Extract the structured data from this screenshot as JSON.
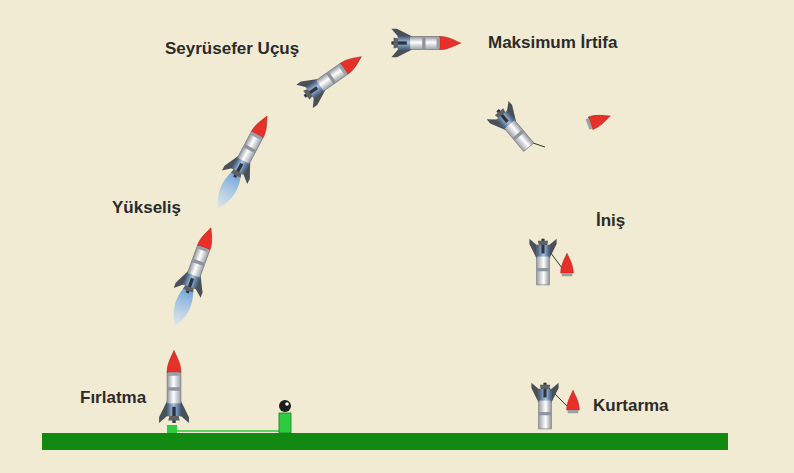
{
  "diagram": {
    "labels": [
      "Seyrüsefer Uçuş",
      "Maksimum İrtifa",
      "Yükseliş",
      "İniş",
      "Fırlatma",
      "Kurtarma"
    ]
  }
}
